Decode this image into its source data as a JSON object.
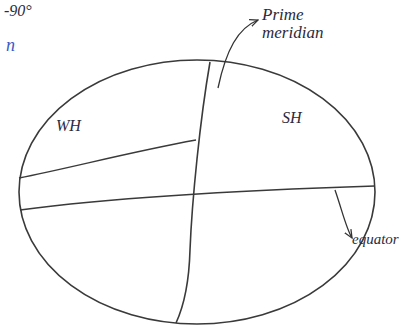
{
  "diagram": {
    "labels": [
      "-90°",
      "n",
      "Prime meridian",
      "WH",
      "SH",
      "equator"
    ]
  }
}
